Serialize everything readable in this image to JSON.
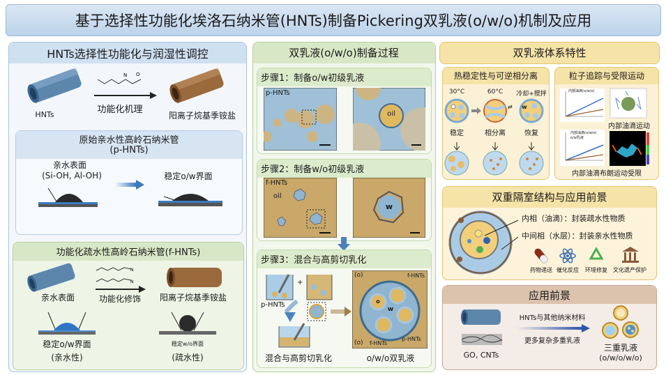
{
  "title": "基于选择性功能化埃洛石纳米管(HNTs)制备Pickering双乳液(o/w/o)机制及应用",
  "left": {
    "title": "HNTs选择性功能化与润湿性调控",
    "hnts_label": "HNTs",
    "mechanism_label": "功能化机理",
    "product_label": "阳离子烷基季铵盐",
    "p_hnts": {
      "title_line1": "原始亲水性高岭石纳米管",
      "title_line2": "(p-HNTs)",
      "surface_label": "亲水表面",
      "surface_groups": "(Si-OH, Al-OH)",
      "result": "稳定o/w界面"
    },
    "f_hnts": {
      "title": "功能化疏水性高岭石纳米管(f-HNTs)",
      "surface_label": "亲水表面",
      "modification_label": "功能化修饰",
      "product_label": "阳离子烷基季铵盐",
      "left_result": "稳定o/w界面",
      "left_property": "(亲水性)",
      "right_result": "稳定w/o界面",
      "right_property": "(疏水性)"
    }
  },
  "middle": {
    "title": "双乳液(o/w/o)制备过程",
    "step1": {
      "title": "步骤1：制备o/w初级乳液",
      "image_label": "p-HNTs",
      "zoom_label": "oil"
    },
    "step2": {
      "title": "步骤2：制备w/o初级乳液",
      "image_label": "f-HNTs",
      "oil_label": "oil",
      "zoom_label": "w"
    },
    "step3": {
      "title": "步骤3：混合与高剪切乳化",
      "beaker_label": "p-HNTs",
      "plus": "+",
      "mix_label": "混合与高剪切乳化",
      "result_label": "o/w/o双乳液",
      "outer_top": "(o)",
      "outer_bottom": "(o)",
      "f_top": "f-HNTs",
      "f_bottom": "f-HNTs",
      "p_label": "p-HNTs",
      "water": "w",
      "inner": "o"
    }
  },
  "right": {
    "title": "双乳液体系特性",
    "thermal": {
      "title": "热稳定性与可逆相分离",
      "temp1": "30°C",
      "temp2": "60°C",
      "temp3": "冷却+搅拌",
      "state1": "稳定",
      "state2": "相分离",
      "state3": "恢复",
      "w_label": "w"
    },
    "tracking": {
      "title": "粒子追踪与受限运动",
      "chart1_legend": "内部油滴(o/w/o)",
      "chart2_legend1": "内部油滴(o/w/o)",
      "chart2_legend2": "o/w乳液",
      "image1_label": "内部油滴运动",
      "bottom_label": "内部油滴布朗运动受限"
    },
    "compartment": {
      "title": "双重隔室结构与应用前景",
      "inner_phase": "内相（油滴）：封装疏水性物质",
      "middle_phase": "中间相（水层）：封装亲水性物质",
      "apps": [
        "药物递送",
        "催化反应",
        "环境修复",
        "文化遗产保护"
      ]
    },
    "outlook": {
      "title": "应用前景",
      "materials_label": "GO, CNTs",
      "arrow_top": "HNTs与其他纳米材料",
      "arrow_bottom": "更多复杂多重乳液",
      "result_line1": "三重乳液",
      "result_line2": "(o/w/o/w/o)"
    }
  },
  "colors": {
    "blue_panel": "#dbe8f5",
    "green_panel": "#e3eed8",
    "yellow_panel": "#fbefc8",
    "brown_panel": "#e7d5c6",
    "title_bar": "#c9dcef"
  }
}
